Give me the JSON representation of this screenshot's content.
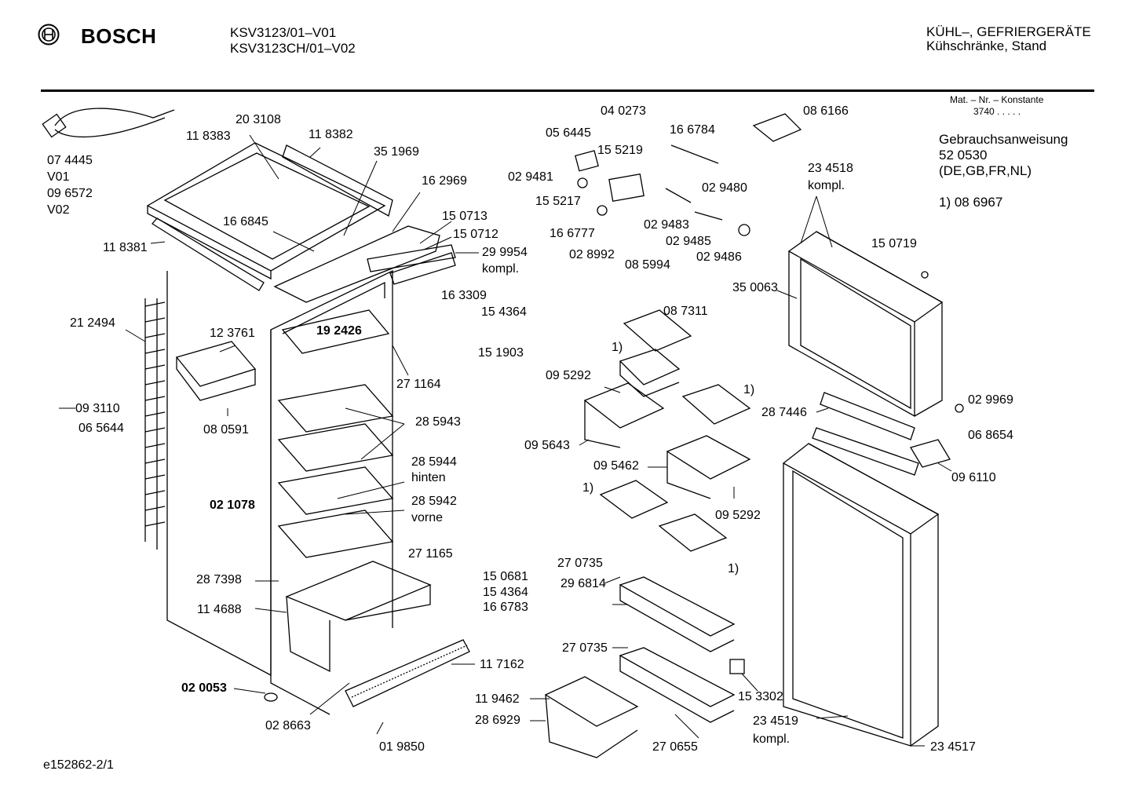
{
  "header": {
    "brand": "BOSCH",
    "model_1": "KSV3123/01–V01",
    "model_2": "KSV3123CH/01–V02",
    "category": "KÜHL–, GEFRIERGERÄTE",
    "subcategory": "Kühschränke, Stand"
  },
  "info": {
    "mat_label": "Mat. – Nr. – Konstante",
    "mat_value": "3740  .  .  .  .  .",
    "manual_title": "Gebrauchsanweisung",
    "manual_number": "52 0530",
    "manual_langs": "(DE,GB,FR,NL)",
    "note": "1) 08 6967"
  },
  "parts": [
    "07 4445",
    "V01",
    "09 6572",
    "V02",
    "11 8383",
    "20 3108",
    "11 8382",
    "35 1969",
    "16 2969",
    "16 6845",
    "15 0713",
    "15 0712",
    "29 9954",
    "kompl.",
    "11 8381",
    "21 2494",
    "12 3761",
    "19 2426",
    "16 3309",
    "15 4364",
    "15 1903",
    "27 1164",
    "09 3110",
    "06 5644",
    "08 0591",
    "28 5943",
    "02 1078",
    "28 5944",
    "hinten",
    "28 5942",
    "vorne",
    "27 1165",
    "28 7398",
    "15 0681",
    "15 4364",
    "11 4688",
    "16 6783",
    "11 7162",
    "02 0053",
    "02 8663",
    "01 9850",
    "04 0273",
    "05 6445",
    "16 6784",
    "15 5219",
    "02 9481",
    "15 5217",
    "02 9480",
    "02 9483",
    "16 6777",
    "02 9485",
    "02 8992",
    "08 5994",
    "02 9486",
    "08 6166",
    "23 4518",
    "kompl.",
    "15 0719",
    "35 0063",
    "08 7311",
    "1)",
    "09 5292",
    "1)",
    "09 5643",
    "09 5462",
    "1)",
    "09 5292",
    "1)",
    "27 0735",
    "29 6814",
    "27 0735",
    "11 9462",
    "28 6929",
    "27 0655",
    "15 3302",
    "28 7446",
    "02 9969",
    "06 8654",
    "09 6110",
    "23 4519",
    "kompl.",
    "23 4517"
  ],
  "footer": {
    "doc_id": "e152862-2/1"
  }
}
